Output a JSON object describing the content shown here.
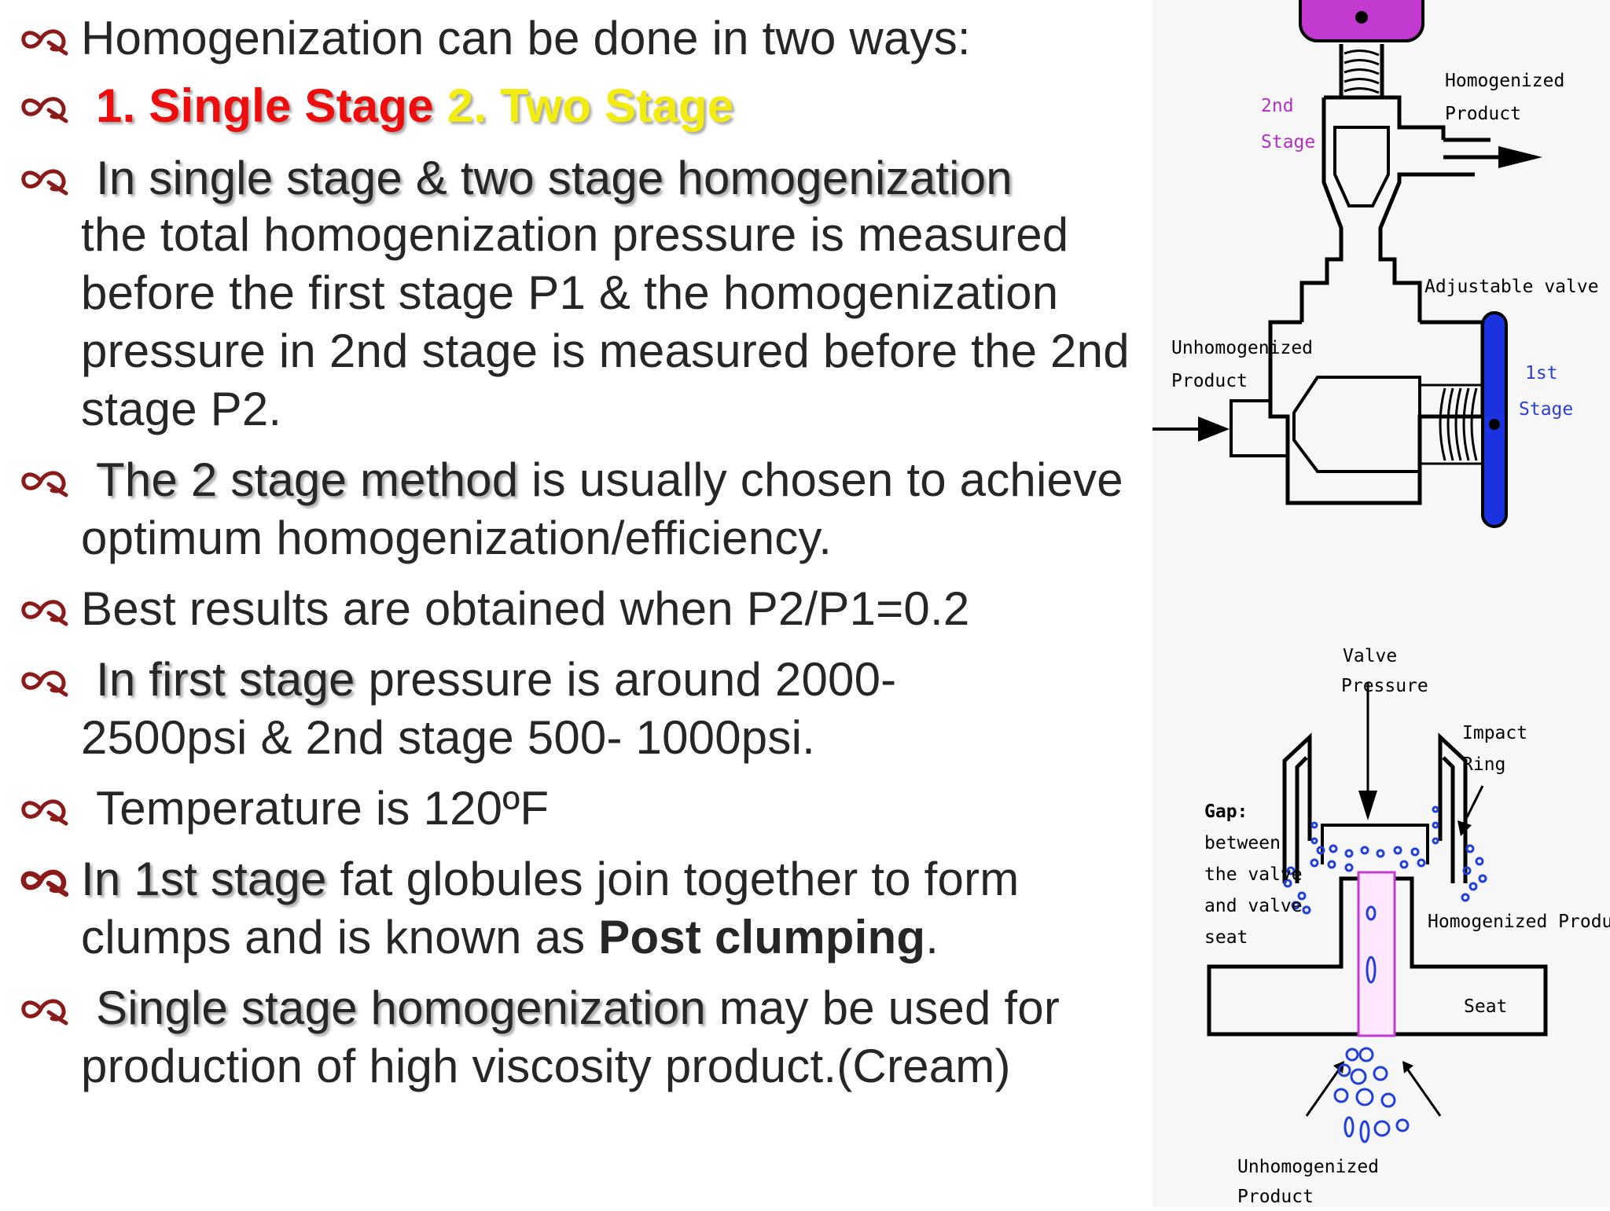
{
  "bullets": [
    {
      "parts": [
        "Homogenization can be done in two ways:"
      ]
    },
    {
      "parts": [
        "1. Single Stage",
        " 2. Two Stage"
      ]
    },
    {
      "parts": [
        "In single stage & two stage homogenization",
        "the total homogenization pressure is measured before the first stage P1 & the homogenization pressure in 2nd stage is measured before the 2nd stage P2."
      ]
    },
    {
      "parts": [
        "The 2 stage method",
        " is usually chosen to achieve optimum homogenization/efficiency."
      ]
    },
    {
      "parts": [
        "Best results are obtained when P2/P1=0.2"
      ]
    },
    {
      "parts": [
        "In first stage",
        " pressure is around 2000-2500psi & 2nd stage 500- 1000psi."
      ]
    },
    {
      "parts": [
        "Temperature is 120ºF"
      ]
    },
    {
      "parts": [
        "In 1st stage",
        " fat globules join together to form clumps and is known as ",
        "Post clumping",
        "."
      ]
    },
    {
      "parts": [
        "Single stage homogenization",
        " may be used for production of high viscosity product.(Cream)"
      ]
    }
  ],
  "diagram_top": {
    "labels": {
      "stage2": [
        "2nd",
        "Stage"
      ],
      "homogenized": [
        "Homogenized",
        "Product"
      ],
      "handle": "Adjustable valve handle",
      "unhomogenized": [
        "Unhomogenized",
        "Product"
      ],
      "stage1": [
        "1st",
        "Stage"
      ]
    }
  },
  "diagram_bottom": {
    "labels": {
      "valve": [
        "Valve",
        "Pressure"
      ],
      "impact": [
        "Impact",
        "Ring"
      ],
      "gap": [
        "Gap:",
        "between",
        "the valve",
        "and valve",
        "seat"
      ],
      "homogenized": "Homogenized Product",
      "seat": "Seat",
      "unhomogenized": [
        "Unhomogenized",
        "Product"
      ]
    }
  },
  "colors": {
    "text": "#262626",
    "accent_red": "#ee0d0d",
    "accent_yellow": "#f2ec10",
    "bullet_icon": "#8b1a1a",
    "label_magenta": "#b030c0",
    "label_blue": "#2d3fd0",
    "handle_magenta": "#c23ad0",
    "handle_blue": "#1b32e0",
    "bubble_blue": "#2040d8"
  },
  "icons": {
    "bullet": "scroll-curl-icon"
  }
}
